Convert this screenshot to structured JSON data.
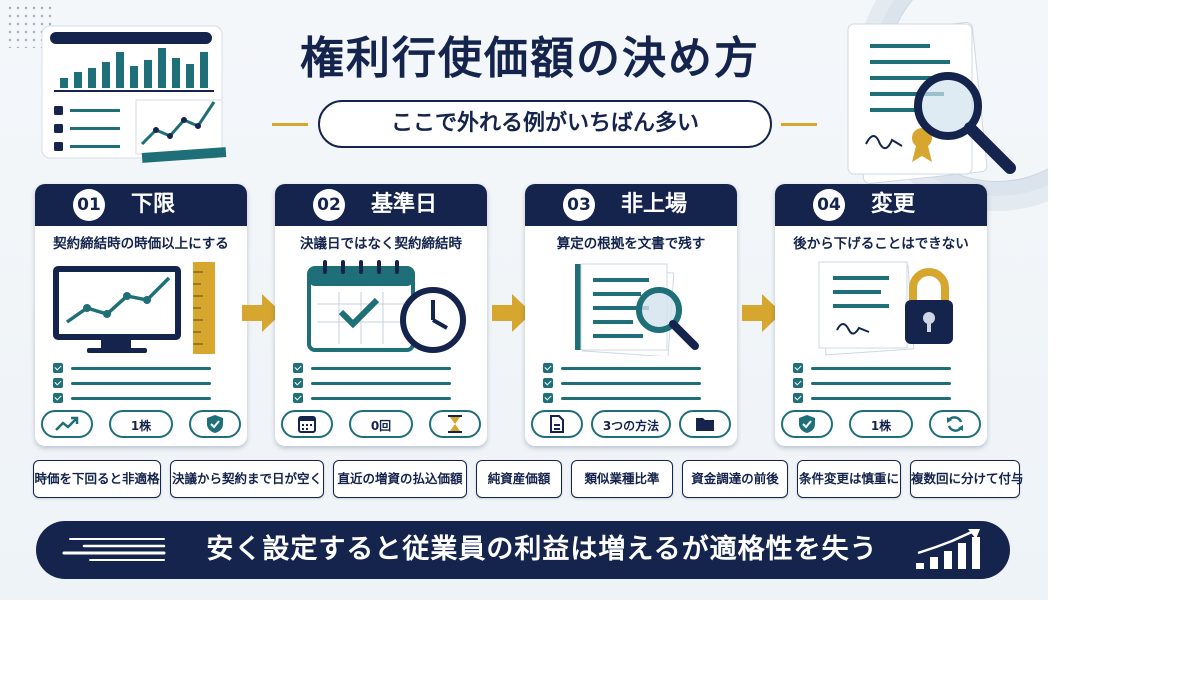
{
  "title": "権利行使価額の決め方",
  "subtitle": "ここで外れる例がいちばん多い",
  "steps": [
    {
      "number": "01",
      "title": "下限",
      "desc": "契約締結時の時価以上にする",
      "pill": "1株",
      "icons": [
        "trend-up-icon",
        "shield-check-icon"
      ]
    },
    {
      "number": "02",
      "title": "基準日",
      "desc": "決議日ではなく契約締結時",
      "pill": "0回",
      "icons": [
        "calendar-icon",
        "hourglass-icon"
      ]
    },
    {
      "number": "03",
      "title": "非上場",
      "desc": "算定の根拠を文書で残す",
      "pill": "3つの方法",
      "icons": [
        "document-icon",
        "folder-icon"
      ]
    },
    {
      "number": "04",
      "title": "変更",
      "desc": "後から下げることはできない",
      "pill": "1株",
      "icons": [
        "shield-check-icon",
        "refresh-icon"
      ]
    }
  ],
  "tags": [
    "時価を下回ると非適格",
    "決議から契約まで日が空く",
    "直近の増資の払込価額",
    "純資産価額",
    "類似業種比準",
    "資金調達の前後",
    "条件変更は慎重に",
    "複数回に分けて付与"
  ],
  "banner": "安く設定すると従業員の利益は増えるが適格性を失う",
  "colors": {
    "navy": "#14244d",
    "teal": "#1e6f78",
    "gold": "#d6a62e",
    "background": "#eef3f7"
  }
}
